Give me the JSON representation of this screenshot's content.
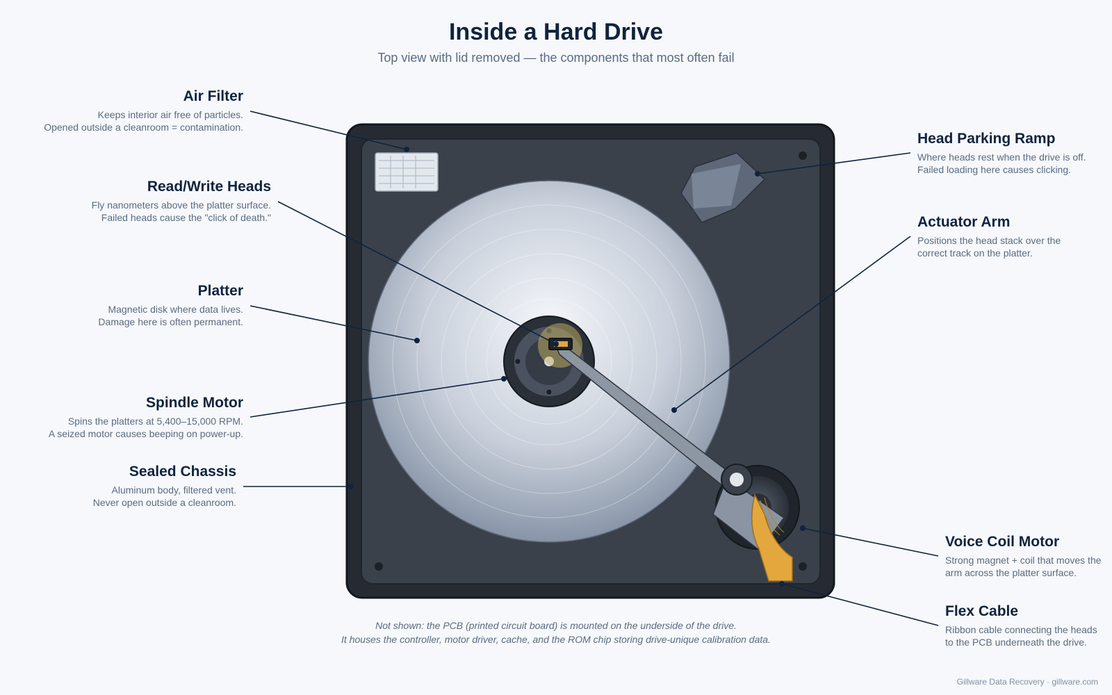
{
  "title": "Inside a Hard Drive",
  "subtitle": "Top view with lid removed — the components that most often fail",
  "components": {
    "air_filter": {
      "name": "Air Filter",
      "line1": "Keeps interior air free of particles.",
      "line2": "Opened outside a cleanroom = contamination."
    },
    "read_write_heads": {
      "name": "Read/Write Heads",
      "line1": "Fly nanometers above the platter surface.",
      "line2": "Failed heads cause the \"click of death.\""
    },
    "platter": {
      "name": "Platter",
      "line1": "Magnetic disk where data lives.",
      "line2": "Damage here is often permanent."
    },
    "spindle_motor": {
      "name": "Spindle Motor",
      "line1": "Spins the platters at 5,400–15,000 RPM.",
      "line2": "A seized motor causes beeping on power-up."
    },
    "sealed_chassis": {
      "name": "Sealed Chassis",
      "line1": "Aluminum body, filtered vent.",
      "line2": "Never open outside a cleanroom."
    },
    "head_parking_ramp": {
      "name": "Head Parking Ramp",
      "line1": "Where heads rest when the drive is off.",
      "line2": "Failed loading here causes clicking."
    },
    "actuator_arm": {
      "name": "Actuator Arm",
      "line1": "Positions the head stack over the",
      "line2": "correct track on the platter."
    },
    "voice_coil_motor": {
      "name": "Voice Coil Motor",
      "line1": "Strong magnet + coil that moves the",
      "line2": "arm across the platter surface."
    },
    "flex_cable": {
      "name": "Flex Cable",
      "line1": "Ribbon cable connecting the heads",
      "line2": "to the PCB underneath the drive."
    }
  },
  "note": {
    "line1": "Not shown: the PCB (printed circuit board) is mounted on the underside of the drive.",
    "line2": "It houses the controller, motor driver, cache, and the ROM chip storing drive-unique calibration data."
  },
  "credit": "Gillware Data Recovery · gillware.com",
  "colors": {
    "ink": "#10233d",
    "muted": "#5b6b80",
    "chassis": "#262b33",
    "chassis_inner": "#3a414b",
    "flex_cable": "#e4a73d",
    "leader": "#10233d"
  }
}
